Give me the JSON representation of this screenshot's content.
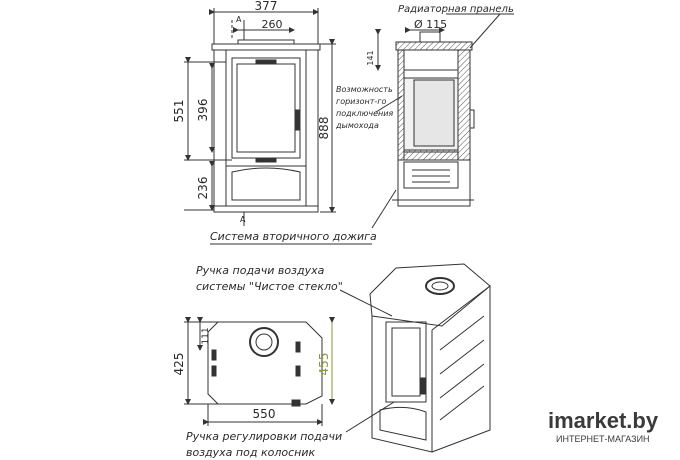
{
  "front_view": {
    "width": "377",
    "chimney_width": "260",
    "height_551": "551",
    "height_396": "396",
    "height_236": "236",
    "height_888": "888",
    "section_mark": "A"
  },
  "section_view": {
    "callout_top": "Радиаторная пранель",
    "diameter": "Ø 115",
    "dim_141": "141",
    "note_lines": [
      "Возможность",
      "горизонт-го",
      "подключения",
      "дымохода"
    ]
  },
  "callout_secondary": "Система вторичного дожига",
  "top_view": {
    "width": "550",
    "depth_425": "425",
    "depth_455": "455",
    "offset_111": "111"
  },
  "callout_air_line1": "Ручка подачи воздуха",
  "callout_air_line2": "системы \"Чистое стекло\"",
  "callout_grate_line1": "Ручка регулировки подачи",
  "callout_grate_line2": "воздуха под колосник",
  "watermark": {
    "brand": "imarket.by",
    "sub": "ИНТЕРНЕТ-МАГАЗИН"
  },
  "colors": {
    "line": "#333333",
    "dim_highlight": "#8a9a3a",
    "background": "#ffffff"
  }
}
